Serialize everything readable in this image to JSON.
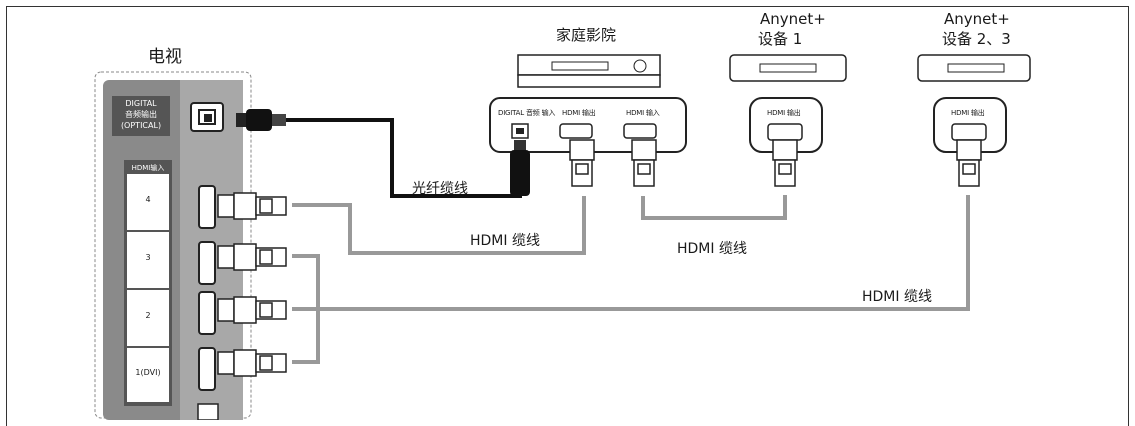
{
  "tv": {
    "title": "电视",
    "optical_label_1": "DIGITAL",
    "optical_label_2": "音频输出",
    "optical_label_3": "(OPTICAL)",
    "hdmi_in_label": "HDMI输入",
    "ports": [
      "4",
      "3",
      "2",
      "1(DVI)"
    ]
  },
  "home_theater": {
    "title": "家庭影院",
    "port_optical": "DIGITAL 音频 输入",
    "port_hdmi_out": "HDMI 输出",
    "port_hdmi_in": "HDMI 输入"
  },
  "device1": {
    "title_line1": "Anynet+",
    "title_line2": "设备 1",
    "port_hdmi_out": "HDMI 输出"
  },
  "device23": {
    "title_line1": "Anynet+",
    "title_line2": "设备 2、3",
    "port_hdmi_out": "HDMI 输出"
  },
  "cables": {
    "optical": "光纤缆线",
    "hdmi_1": "HDMI 缆线",
    "hdmi_2": "HDMI 缆线",
    "hdmi_3": "HDMI 缆线"
  },
  "colors": {
    "panel": "#8a8a8a",
    "panel_light": "#b0b0b0",
    "hdmi_cable": "#999999",
    "optical_cable": "#111111"
  }
}
